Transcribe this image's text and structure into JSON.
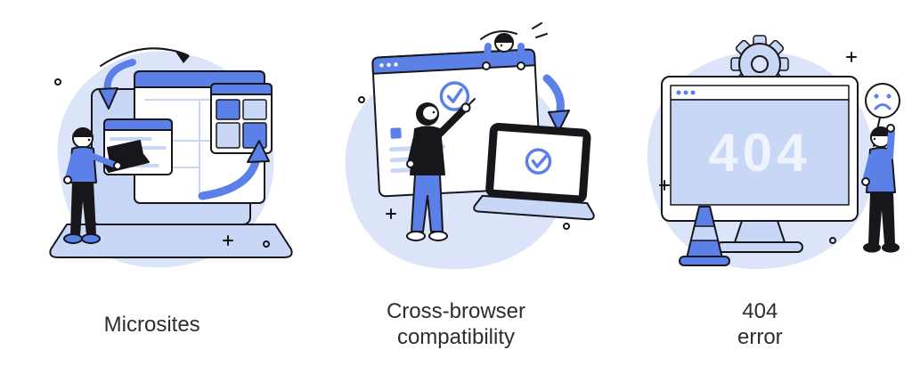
{
  "colors": {
    "bg": "#ffffff",
    "blob": "#dbe4f8",
    "light": "#c9d7f6",
    "accent": "#5b80e8",
    "dark": "#17171b",
    "text": "#2d2d30"
  },
  "items": [
    {
      "label": "Microsites",
      "lines": [
        "Microsites"
      ],
      "illustration": "microsites-illustration"
    },
    {
      "label": "Cross-browser compatibility",
      "lines": [
        "Cross-browser",
        "compatibility"
      ],
      "illustration": "cross-browser-illustration"
    },
    {
      "label": "404 error",
      "lines": [
        "404",
        "error"
      ],
      "screen_text": "404",
      "illustration": "error-404-illustration"
    }
  ]
}
